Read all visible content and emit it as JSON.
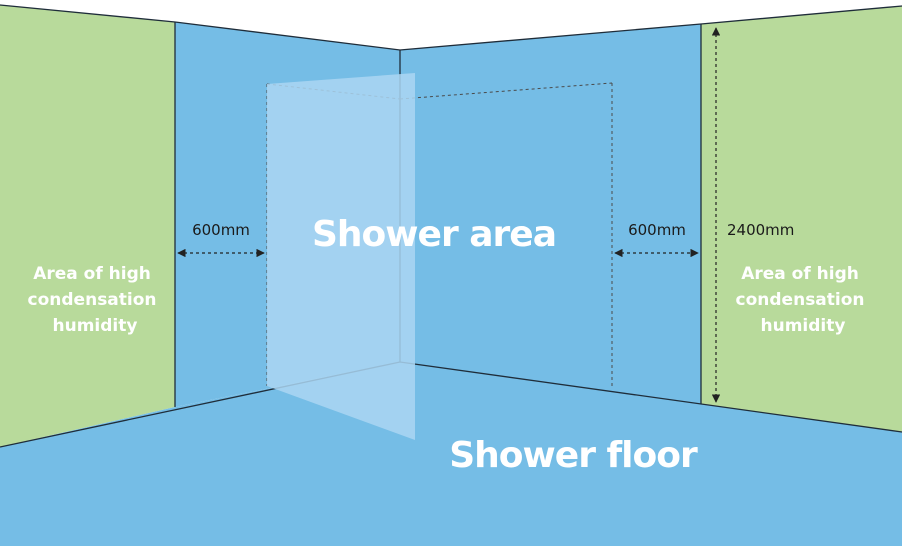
{
  "colors": {
    "green_zone": "#b8da9b",
    "blue_zone": "#75bde6",
    "glass_panel": "#acd6f2",
    "outline": "#1f2d3a",
    "label_white": "#ffffff",
    "label_dark": "#1a1a1a"
  },
  "labels": {
    "shower_area": "Shower area",
    "shower_floor": "Shower floor",
    "dim_left": "600mm",
    "dim_right": "600mm",
    "dim_height": "2400mm",
    "left_zone": [
      "Area of high",
      "condensation",
      "humidity"
    ],
    "right_zone": [
      "Area of high",
      "condensation",
      "humidity"
    ]
  }
}
